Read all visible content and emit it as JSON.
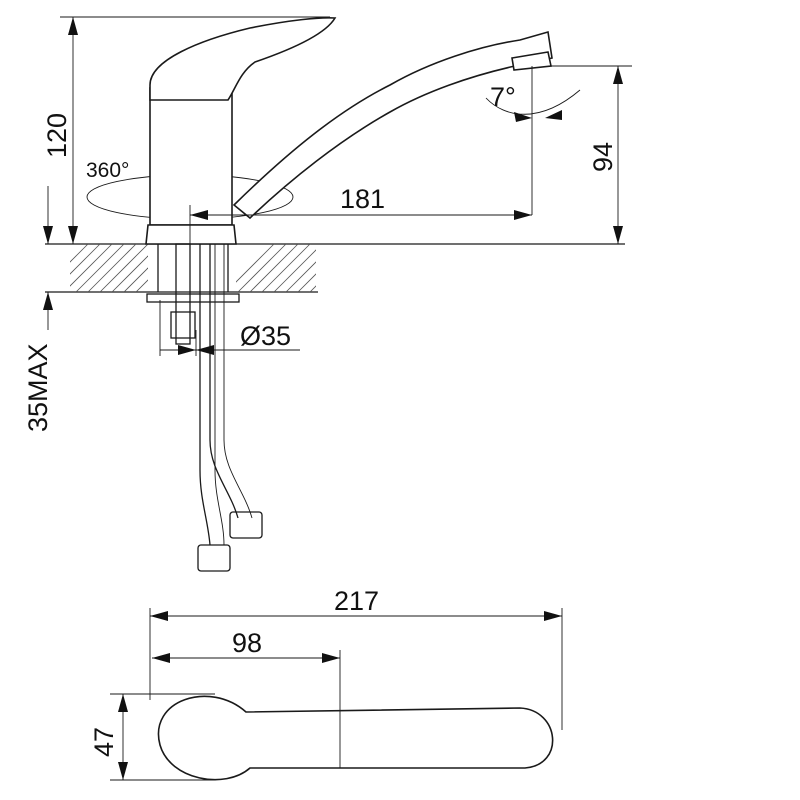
{
  "dimensions": {
    "height_total": "120",
    "rotation": "360°",
    "spout_reach": "181",
    "spout_tilt": "7°",
    "outlet_height": "94",
    "hole_diameter": "Ø35",
    "max_thickness": "35MAX",
    "total_length": "217",
    "handle_length": "98",
    "width": "47"
  }
}
